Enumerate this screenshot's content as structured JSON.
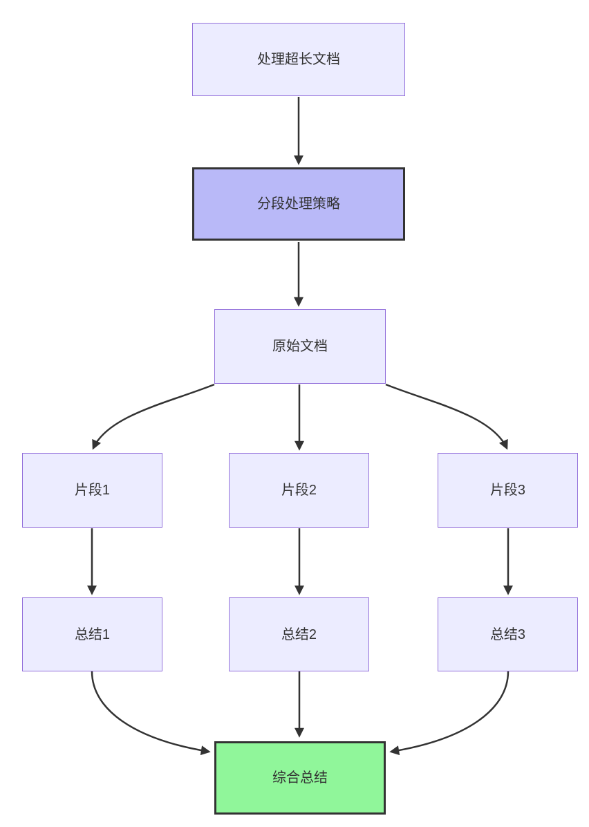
{
  "diagram": {
    "type": "flowchart",
    "direction": "top-down",
    "background": "#FFFFFF"
  },
  "colors": {
    "node_fill": "#ECECFF",
    "node_border": "#9370DB",
    "strategy_fill": "#B9B9F8",
    "strategy_border": "#333333",
    "final_fill": "#90F69A",
    "final_border": "#333333",
    "edge": "#333333",
    "text": "#333333",
    "background": "#FFFFFF"
  },
  "nodes": {
    "handle_long_document": {
      "label": "处理超长文档"
    },
    "segmentation_strategy": {
      "label": "分段处理策略"
    },
    "original_document": {
      "label": "原始文档"
    },
    "fragment1": {
      "label": "片段1"
    },
    "fragment2": {
      "label": "片段2"
    },
    "fragment3": {
      "label": "片段3"
    },
    "summary1": {
      "label": "总结1"
    },
    "summary2": {
      "label": "总结2"
    },
    "summary3": {
      "label": "总结3"
    },
    "final_summary": {
      "label": "综合总结"
    }
  },
  "edges": [
    {
      "from": "处理超长文档",
      "to": "分段处理策略"
    },
    {
      "from": "分段处理策略",
      "to": "原始文档"
    },
    {
      "from": "原始文档",
      "to": "片段1"
    },
    {
      "from": "原始文档",
      "to": "片段2"
    },
    {
      "from": "原始文档",
      "to": "片段3"
    },
    {
      "from": "片段1",
      "to": "总结1"
    },
    {
      "from": "片段2",
      "to": "总结2"
    },
    {
      "from": "片段3",
      "to": "总结3"
    },
    {
      "from": "总结1",
      "to": "综合总结"
    },
    {
      "from": "总结2",
      "to": "综合总结"
    },
    {
      "from": "总结3",
      "to": "综合总结"
    }
  ]
}
